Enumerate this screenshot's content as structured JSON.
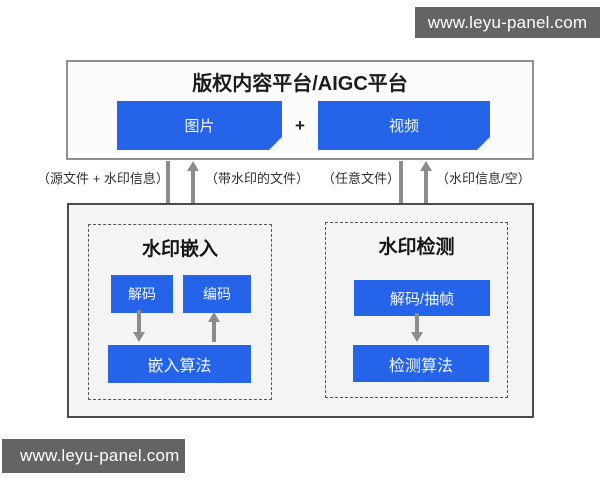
{
  "banners": {
    "top": "www.leyu-panel.com",
    "bottom": "www.leyu-panel.com"
  },
  "platform": {
    "title": "版权内容平台/AIGC平台",
    "image_label": "图片",
    "plus": "+",
    "video_label": "视频"
  },
  "flow_labels": {
    "embed_input": "（源文件 + 水印信息）",
    "embed_output": "（带水印的文件）",
    "detect_input": "（任意文件）",
    "detect_output": "（水印信息/空）"
  },
  "embedding": {
    "title": "水印嵌入",
    "decode": "解码",
    "encode": "编码",
    "algorithm": "嵌入算法"
  },
  "detection": {
    "title": "水印检测",
    "decode_extract": "解码/抽帧",
    "algorithm": "检测算法"
  },
  "colors": {
    "accent_blue": "#2563e8",
    "arrow_gray": "#8c8c8c",
    "banner_gray": "#646464",
    "panel_fill": "#f4f4f4"
  }
}
